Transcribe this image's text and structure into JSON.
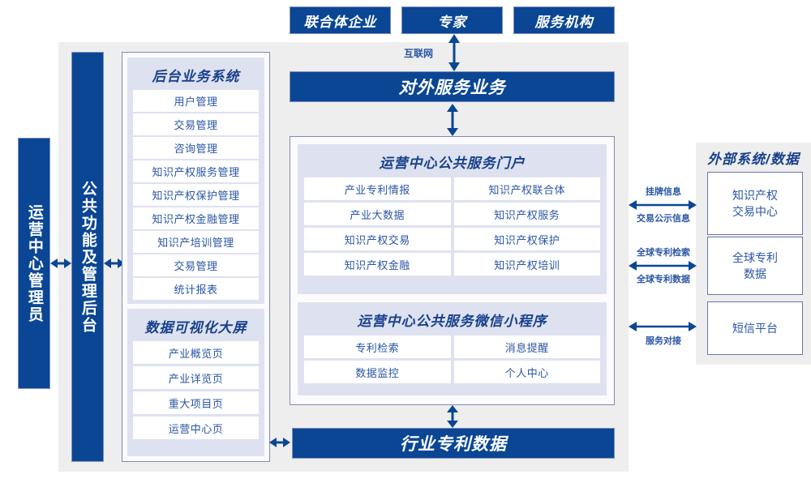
{
  "theme": {
    "brand_blue": "#0a4694",
    "text_blue": "#2a55a5",
    "title_blue": "#17408b",
    "panel_lavender": "#dee2f0",
    "stage_grey": "#eeeeee"
  },
  "top_actors": [
    {
      "label": "联合体企业"
    },
    {
      "label": "专家"
    },
    {
      "label": "服务机构"
    }
  ],
  "connectors": {
    "internet": "互联网"
  },
  "external_service_bar": {
    "label": "对外服务业务"
  },
  "bottom_bar": {
    "label": "行业专利数据"
  },
  "left_rails": [
    {
      "label": "运营中心管理员"
    },
    {
      "label": "公共功能及管理后台"
    }
  ],
  "backoffice": {
    "title": "后台业务系统",
    "items": [
      "用户管理",
      "交易管理",
      "咨询管理",
      "知识产权服务管理",
      "知识产权保护管理",
      "知识产权金融管理",
      "知识产培训管理",
      "交易管理",
      "统计报表"
    ]
  },
  "dataviz": {
    "title": "数据可视化大屏",
    "items": [
      "产业概览页",
      "产业详览页",
      "重大项目页",
      "运营中心页"
    ]
  },
  "portal": {
    "title": "运营中心公共服务门户",
    "items": [
      "产业专利情报",
      "知识产权联合体",
      "产业大数据",
      "知识产权服务",
      "知识产权交易",
      "知识产权保护",
      "知识产权金融",
      "知识产权培训"
    ]
  },
  "miniprogram": {
    "title": "运营中心公共服务微信小程序",
    "items": [
      "专利检索",
      "消息提醒",
      "数据监控",
      "个人中心"
    ]
  },
  "external": {
    "title": "外部系统/数据",
    "items": [
      {
        "label": "知识产权\n交易中心",
        "line1": "知识产权",
        "line2": "交易中心"
      },
      {
        "label": "全球专利\n数据",
        "line1": "全球专利",
        "line2": "数据"
      },
      {
        "label": "短信平台",
        "line1": "短信平台",
        "line2": ""
      }
    ],
    "arrow_labels": [
      {
        "above": "挂牌信息",
        "below": "交易公示信息"
      },
      {
        "above": "全球专利检索",
        "below": "全球专利数据"
      },
      {
        "above": "",
        "below": "服务对接"
      }
    ]
  }
}
